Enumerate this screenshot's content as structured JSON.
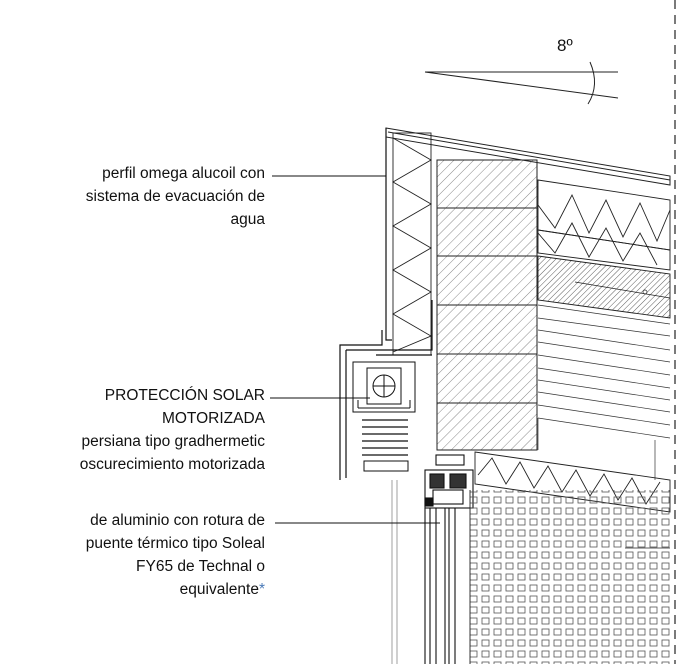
{
  "angle_label": "8º",
  "labels": {
    "label1": {
      "lines": [
        "perfil omega alucoil con",
        "sistema de evacuación de",
        "agua"
      ]
    },
    "label2": {
      "lines": [
        "PROTECCIÓN SOLAR",
        "MOTORIZADA",
        "persiana  tipo gradhermetic",
        "oscurecimiento motorizada"
      ]
    },
    "label3": {
      "lines": [
        "de aluminio con rotura de",
        "puente térmico tipo Soleal",
        "FY65 de Technal o",
        "equivalente"
      ],
      "asterisk": "*"
    }
  },
  "colors": {
    "ink": "#111111",
    "accent": "#4a7ab8"
  }
}
